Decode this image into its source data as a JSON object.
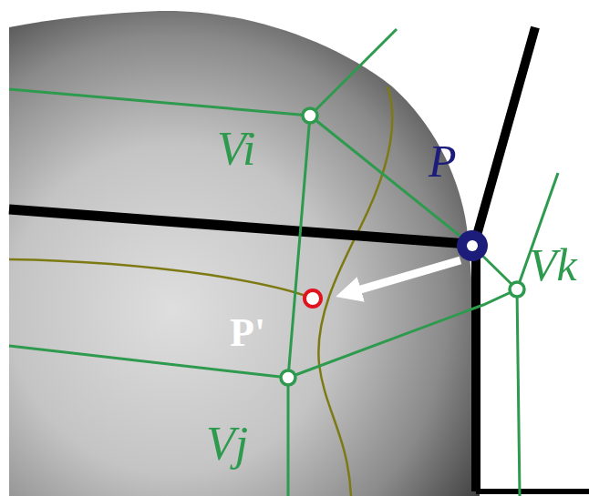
{
  "diagram": {
    "labels": [
      "Vi",
      "P",
      "Vk",
      "P'",
      "Vj"
    ]
  }
}
